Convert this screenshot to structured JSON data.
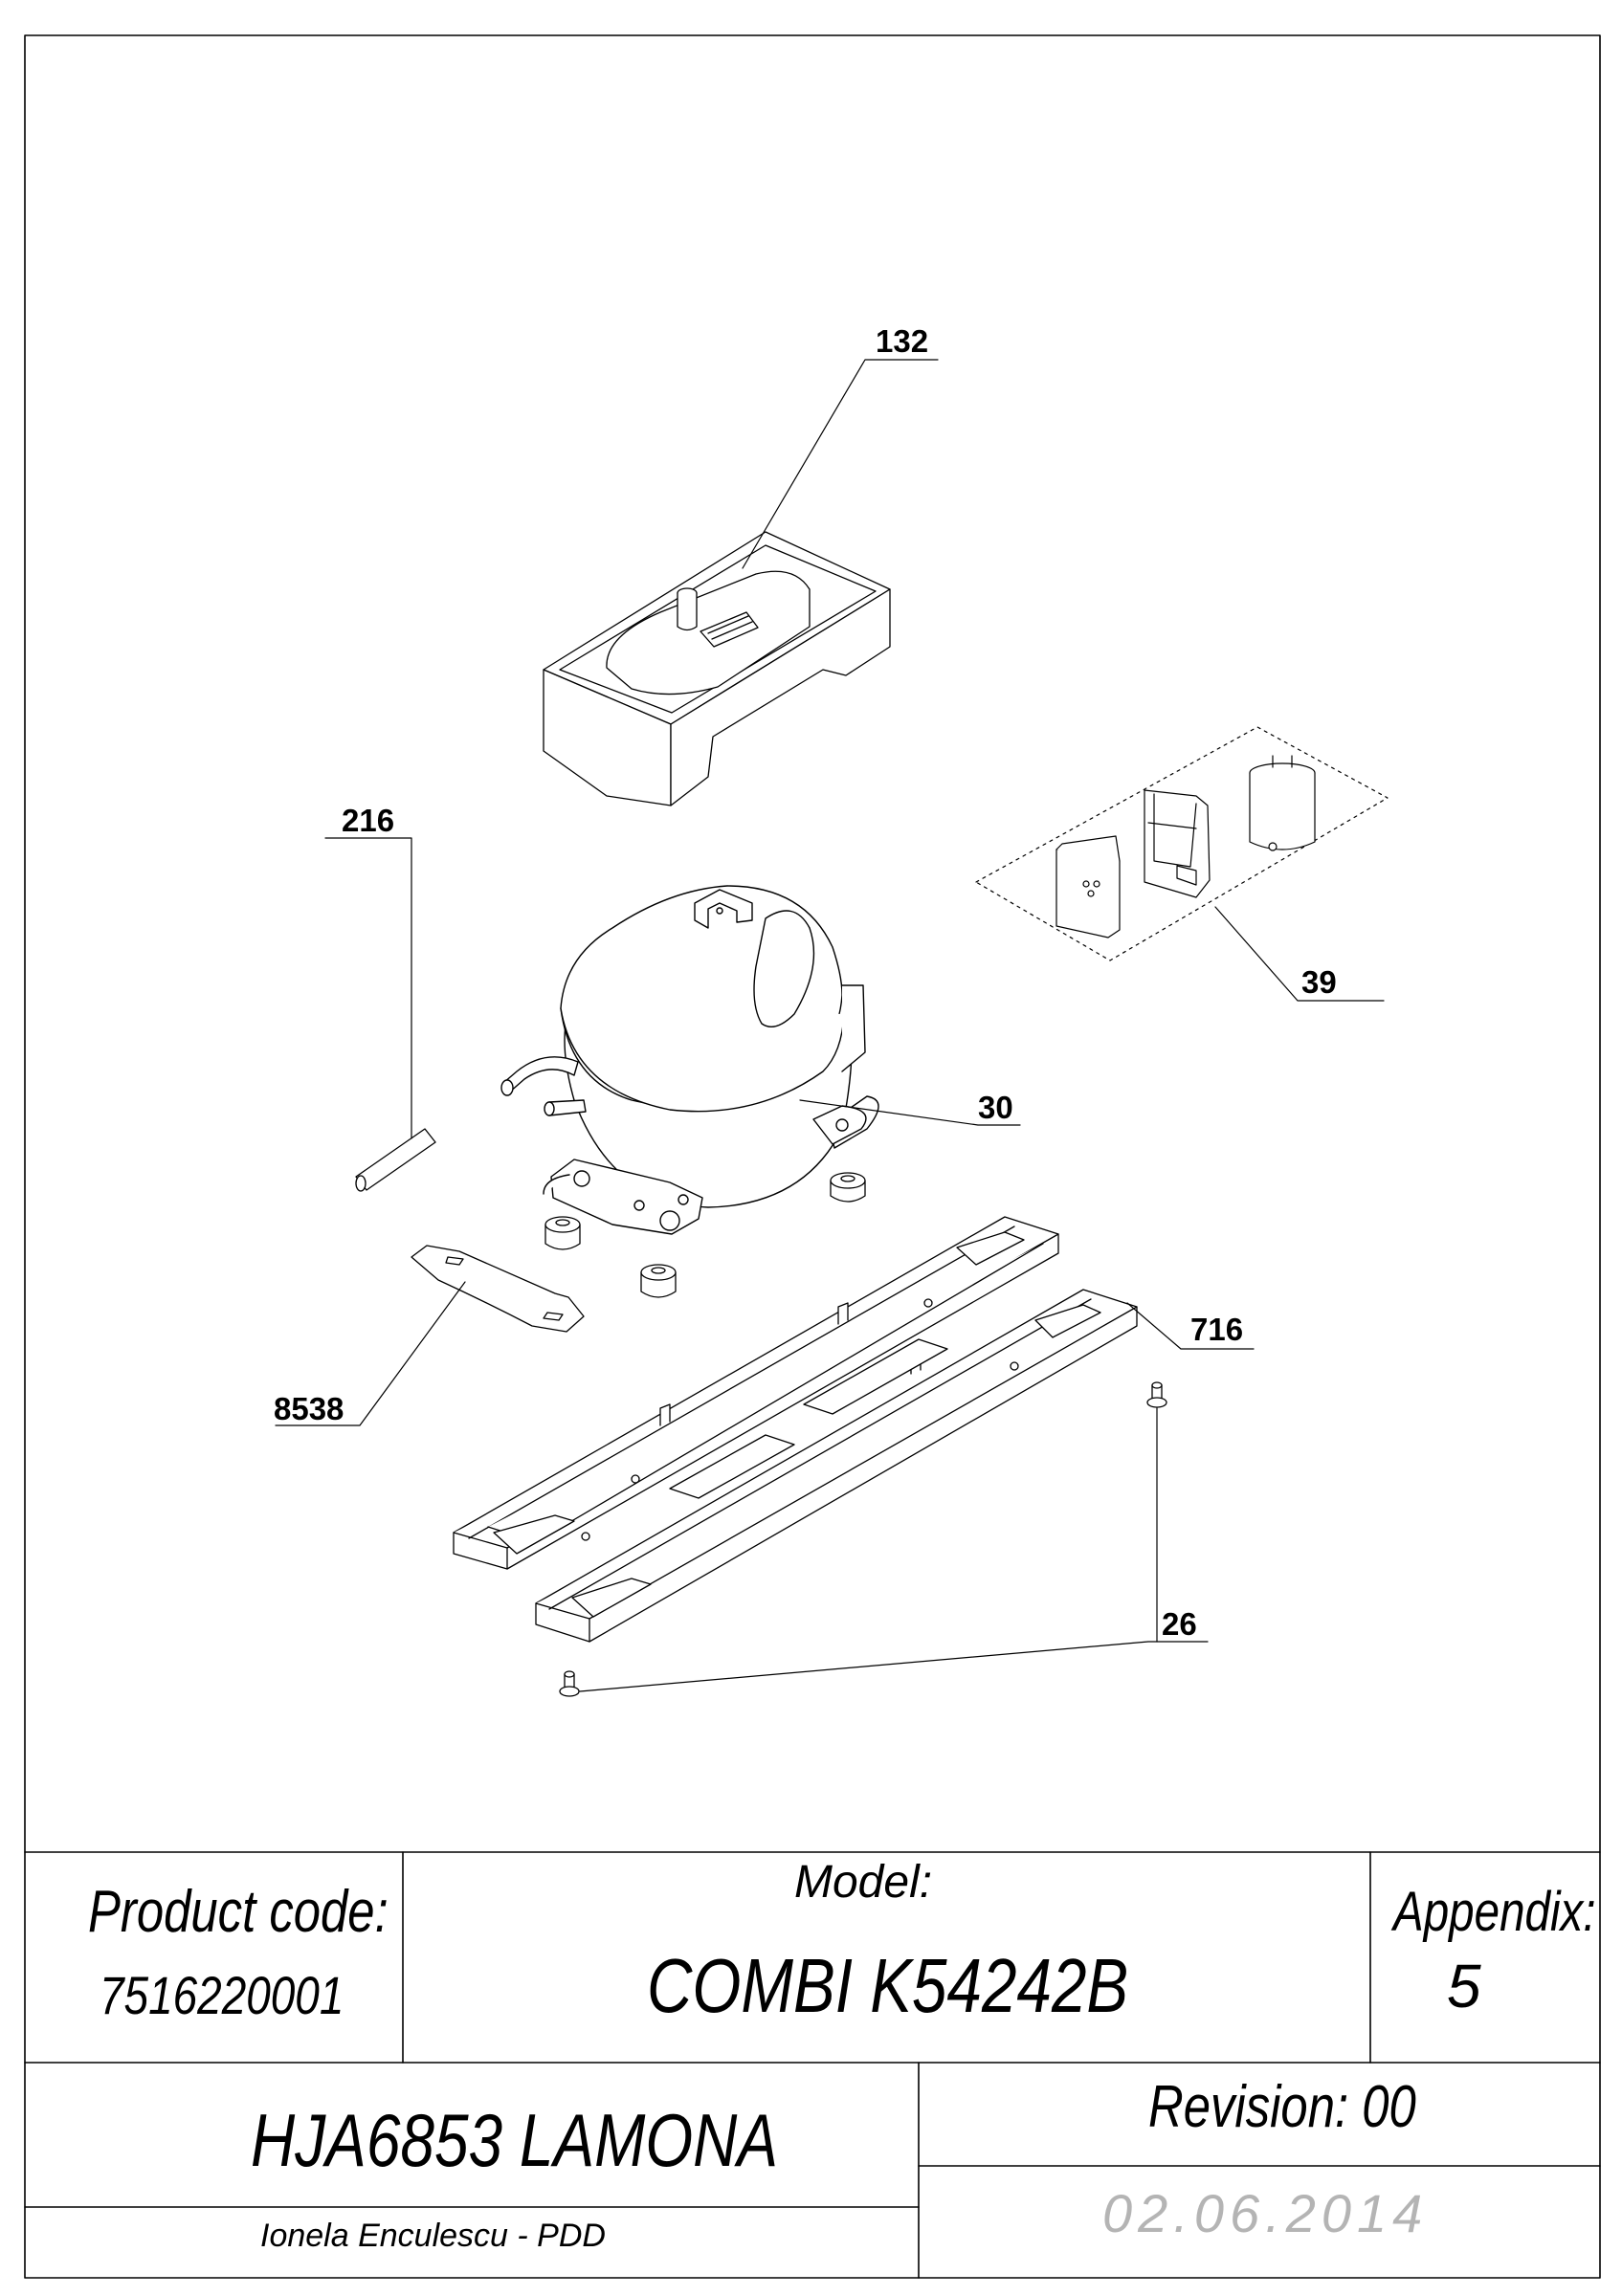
{
  "callouts": {
    "c132": "132",
    "c216": "216",
    "c39": "39",
    "c30": "30",
    "c716": "716",
    "c8538": "8538",
    "c26": "26"
  },
  "title_block": {
    "product_code_label": "Product code:",
    "product_code_value": "7516220001",
    "model_label": "Model:",
    "model_value": "COMBI K54242B",
    "appendix_label": "Appendix:",
    "appendix_value": "5",
    "product_name": "HJA6853 LAMONA",
    "revision": "Revision: 00",
    "author": "Ionela Enculescu - PDD",
    "date": "02.06.2014"
  },
  "colors": {
    "line": "#000000",
    "date_text": "#b4b4b4",
    "part_fill": "#ffffff"
  }
}
